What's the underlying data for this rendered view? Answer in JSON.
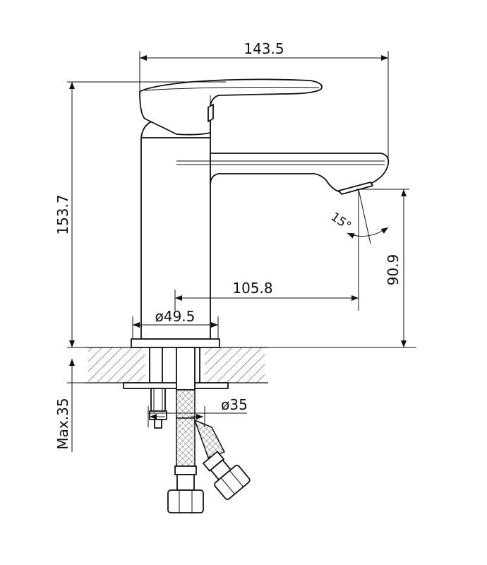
{
  "dimensions": {
    "overall_width": "143.5",
    "overall_height": "153.7",
    "spout_height": "90.9",
    "spout_reach": "105.8",
    "base_diameter": "ø49.5",
    "mount_hole_diameter": "ø35",
    "max_thickness": "Max.35",
    "tilt_angle": "15°"
  }
}
